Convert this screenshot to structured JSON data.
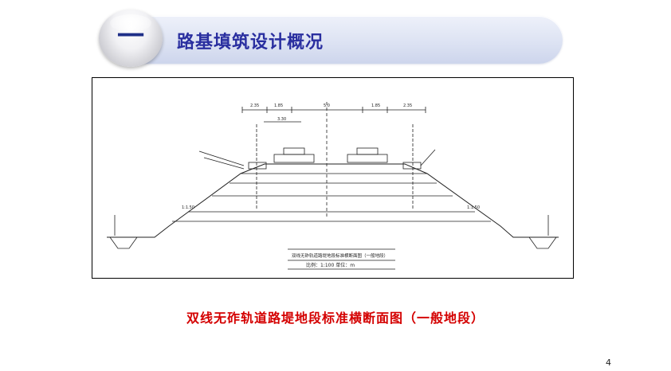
{
  "header": {
    "number": "一",
    "title": "路基填筑设计概况"
  },
  "drawing": {
    "dimensions_top": [
      "2.35",
      "1.85",
      "5.0",
      "1.85",
      "2.35"
    ],
    "dimension_mid": "3.30",
    "slope_left": "1:1.50",
    "slope_right": "1:1.50",
    "title_line": "双线无砟轨道路堤地段标准横断面图（一般地段）",
    "scale_line": "比例：1:100  单位：m"
  },
  "caption": "双线无砟轨道路堤地段标准横断面图（一般地段）",
  "page_number": "4",
  "colors": {
    "title": "#2a2fa0",
    "caption": "#d40000",
    "banner": "#dde3f3"
  }
}
